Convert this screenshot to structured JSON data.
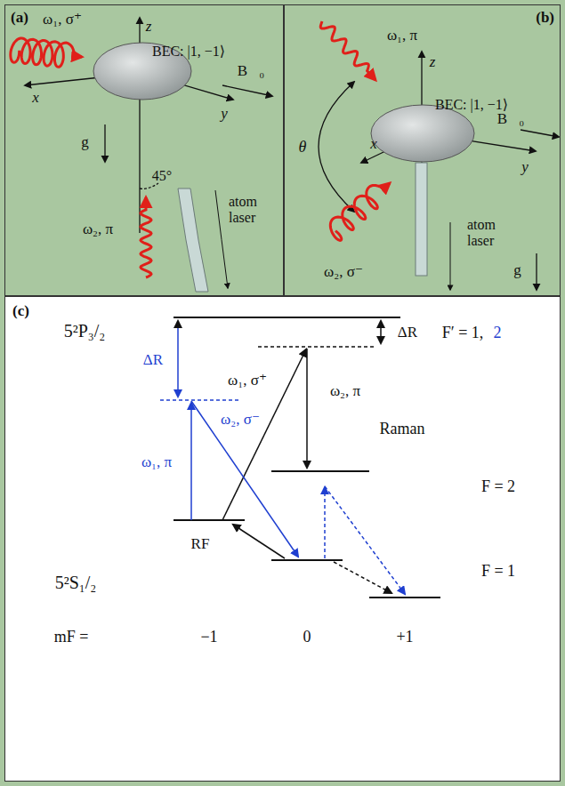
{
  "diagram": {
    "nodes": [
      {
        "text": [
          "(a)"
        ]
      },
      {
        "text": [
          "(b)"
        ]
      },
      {
        "text": [
          "(c)"
        ]
      }
    ],
    "labels": [
      "ω₁, σ⁺",
      "z",
      "BEC: |1, −1⟩",
      "x",
      "y",
      "B⃗₀",
      "g⃗",
      "45°",
      "ω₂, π",
      "atom laser",
      "ω₁, π",
      "θ",
      "z",
      "BEC: |1, −1⟩",
      "x",
      "y",
      "B⃗₀",
      "atom laser",
      "g⃗",
      "ω₂, σ⁻",
      "5²P₃/₂",
      "F′ = 1,",
      "2",
      "ΔR",
      "ΔR",
      "ω₁, σ⁺",
      "ω₂, π",
      "Raman",
      "F = 2",
      "ω₁, π",
      "ω₂, σ⁻",
      "RF",
      "5²S₁/₂",
      "F = 1",
      "mF =",
      "−1",
      "0",
      "+1"
    ]
  }
}
